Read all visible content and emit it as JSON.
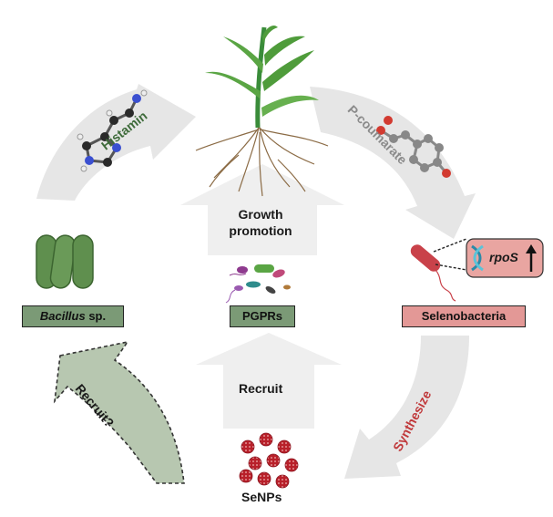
{
  "labels": {
    "histamin": "Histamin",
    "p_coumarate": "P-coumarate",
    "growth_line1": "Growth",
    "growth_line2": "promotion",
    "bacillus_italic": "Bacillus",
    "bacillus_rest": " sp.",
    "pgprs": "PGPRs",
    "selenobacteria": "Selenobacteria",
    "rpos": "rpoS",
    "recruit_center": "Recruit",
    "recruit_question": "Recruit?",
    "synthesize": "Synthesize",
    "senps": "SeNPs"
  },
  "colors": {
    "arrow_gray": "#e6e6e6",
    "arrow_center": "#efefef",
    "histamin_text": "#3e6b3a",
    "coumarate_text": "#8a8a8a",
    "synthesize_text": "#c0393b",
    "bacillus_green": "#5f8f4e",
    "bacillus_box": "#7b9a76",
    "pgprs_box": "#7b9a76",
    "seleno_box": "#e39896",
    "seleno_red": "#c9424a",
    "recruit_arrow": "#b7c7b0",
    "senp_red": "#b8202a"
  },
  "icons": {
    "plant": "maize-plant-icon",
    "histamine_molecule": "histamine-molecule-icon",
    "coumarate_molecule": "coumarate-molecule-icon",
    "bacillus": "bacillus-rods-icon",
    "pgprs": "mixed-bacteria-icon",
    "selenobacteria": "rod-bacterium-icon",
    "dna": "dna-helix-icon",
    "up_arrow": "up-arrow-icon",
    "senps": "nanoparticles-icon"
  }
}
